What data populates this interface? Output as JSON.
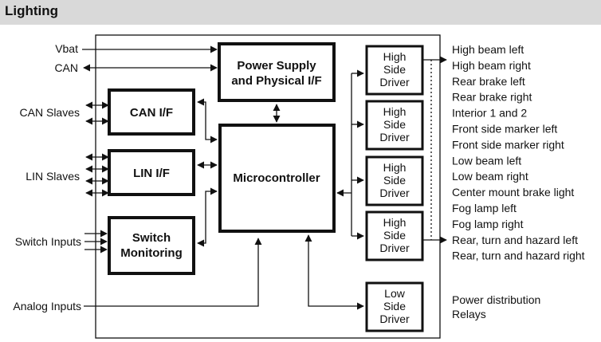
{
  "header": {
    "title": "Lighting"
  },
  "inputs": {
    "vbat": "Vbat",
    "can": "CAN",
    "can_slaves": "CAN Slaves",
    "lin_slaves": "LIN Slaves",
    "switch_inputs": "Switch Inputs",
    "analog_inputs": "Analog Inputs"
  },
  "blocks": {
    "power_supply": [
      "Power Supply",
      "and Physical I/F"
    ],
    "can_if": "CAN I/F",
    "lin_if": "LIN I/F",
    "switch_monitoring": [
      "Switch",
      "Monitoring"
    ],
    "microcontroller": "Microcontroller",
    "high_side_driver": [
      "High",
      "Side",
      "Driver"
    ],
    "low_side_driver": [
      "Low",
      "Side",
      "Driver"
    ]
  },
  "outputs": [
    "High beam left",
    "High beam right",
    "Rear brake left",
    "Rear brake right",
    "Interior 1 and 2",
    "Front side marker left",
    "Front side marker right",
    "Low beam left",
    "Low beam right",
    "Center mount brake light",
    "Fog lamp left",
    "Fog lamp right",
    "Rear, turn and hazard left",
    "Rear, turn and hazard right"
  ],
  "low_side_outputs": [
    "Power distribution",
    "Relays"
  ]
}
